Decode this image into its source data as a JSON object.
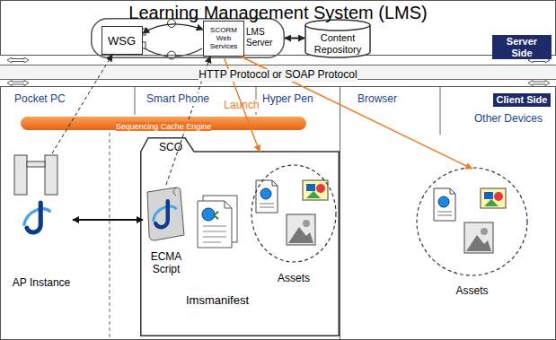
{
  "diagram": {
    "nodes": [
      {
        "text": [
          "Learning Management System (LMS)",
          "Server Side"
        ]
      },
      {
        "text": [
          "LMS Server"
        ],
        "in": 0
      },
      {
        "text": [
          "WSG"
        ],
        "in": 1
      },
      {
        "text": [
          "SCORM Web Services"
        ],
        "in": 1
      },
      {
        "text": [
          "Content Repository"
        ],
        "in": 0
      },
      {
        "text": [
          "HTTP Protocol or SOAP Protocol"
        ]
      },
      {
        "text": [
          "Client Side"
        ]
      },
      {
        "text": [
          "Sequencing Cache Engine"
        ],
        "in": 6
      },
      {
        "text": [
          "AP Instance"
        ],
        "in": 6
      },
      {
        "text": [
          "SCO"
        ],
        "in": 6
      },
      {
        "text": [
          "ECMA Script"
        ],
        "in": 9
      },
      {
        "text": [
          "Imsmanifest"
        ],
        "in": 9
      },
      {
        "text": [
          "Assets"
        ],
        "in": 9
      },
      {
        "text": [
          "Assets"
        ],
        "in": 6
      }
    ],
    "edges": [
      {
        "from": 2,
        "to": 3,
        "arrow": "both"
      },
      {
        "from": 1,
        "to": 4,
        "arrow": "both"
      },
      {
        "from": 3,
        "to": 9,
        "arrow": "to",
        "label": "Launch"
      },
      {
        "from": 3,
        "to": 13,
        "arrow": "to"
      },
      {
        "from": 8,
        "to": 10,
        "arrow": "both"
      },
      {
        "from": 8,
        "to": 2,
        "arrow": "to"
      },
      {
        "from": 10,
        "to": 3,
        "arrow": "to"
      }
    ],
    "labels": [
      "Pocket PC",
      "Smart Phone",
      "Hyper Pen",
      "Browser",
      "Other Devices"
    ]
  }
}
